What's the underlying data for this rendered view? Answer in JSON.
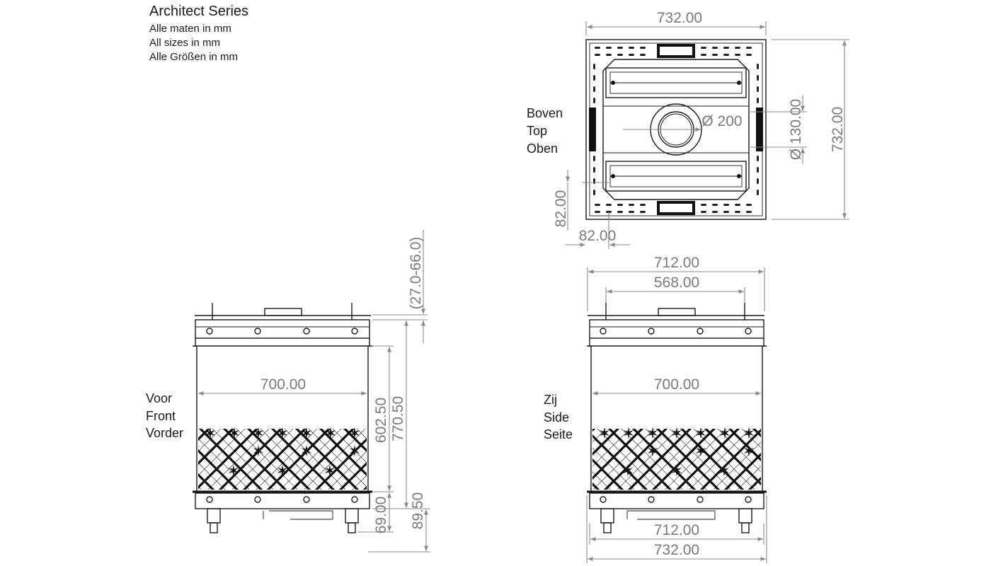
{
  "header": {
    "title": "Architect Series",
    "lines": [
      "Alle maten in mm",
      "All sizes in mm",
      "Alle Größen in mm"
    ]
  },
  "views": {
    "top": {
      "labels": [
        "Boven",
        "Top",
        "Oben"
      ],
      "dims": {
        "width": "732.00",
        "height": "732.00",
        "flue_outer": "Ø 200",
        "flue_inner": "Ø 130.00",
        "offset_x": "82.00",
        "offset_y": "82.00"
      }
    },
    "front": {
      "labels": [
        "Voor",
        "Front",
        "Vorder"
      ],
      "dims": {
        "range": "(27.0-66.0)",
        "glass_width": "700.00",
        "glass_height": "602.50",
        "body_height": "770.50",
        "base_inner": "69.00",
        "base_outer": "89.50"
      }
    },
    "side": {
      "labels": [
        "Zij",
        "Side",
        "Seite"
      ],
      "dims": {
        "overall_top": "712.00",
        "inner_top": "568.00",
        "glass_width": "700.00",
        "base_inner": "712.00",
        "base_outer": "732.00"
      }
    }
  }
}
